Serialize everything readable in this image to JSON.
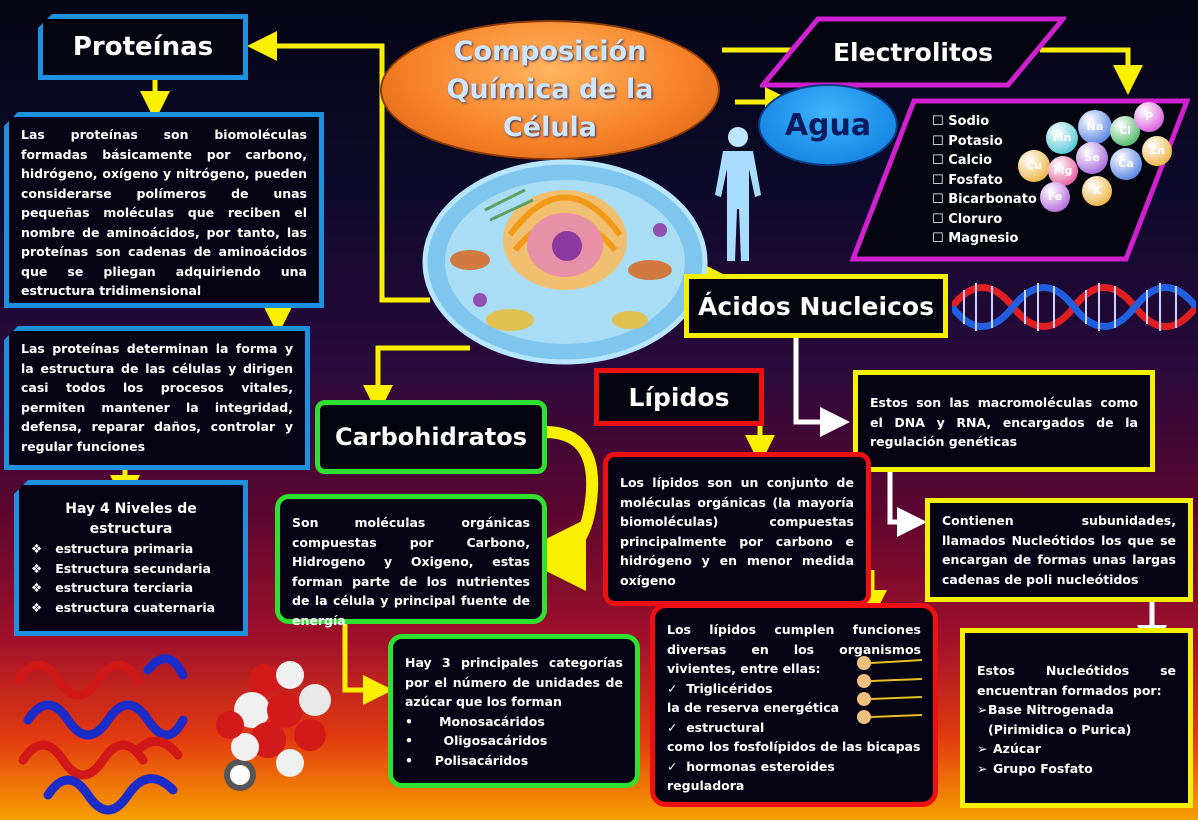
{
  "title": "Composición\nQuímica de la\nCélula",
  "proteinas": {
    "heading": "Proteínas",
    "desc": "Las proteínas son biomoléculas formadas básicamente por carbono, hidrógeno, oxígeno y nitrógeno, pueden considerarse polímeros de unas pequeñas moléculas que reciben el nombre de aminoácidos, por tanto, las proteínas son cadenas de aminoácidos que se pliegan adquiriendo una estructura tridimensional",
    "funcion": "Las proteínas determinan la forma y la estructura de las células y dirigen casi todos los procesos vitales, permiten mantener la integridad, defensa, reparar daños, controlar y regular funciones",
    "niveles_title": "Hay 4 Niveles de estructura",
    "niveles": [
      "estructura primaria",
      "Estructura secundaria",
      "estructura terciaria",
      "estructura cuaternaria"
    ]
  },
  "electrolitos": {
    "heading": "Electrolitos",
    "items": [
      "Sodio",
      "Potasio",
      "Calcio",
      "Fosfato",
      "Bicarbonato",
      "Cloruro",
      "Magnesio"
    ],
    "ions": [
      "Mn",
      "Na",
      "Cl",
      "P",
      "Cu",
      "Mg",
      "Se",
      "Ca",
      "Zn",
      "Fe",
      "K"
    ]
  },
  "agua": {
    "heading": "Agua"
  },
  "acidos": {
    "heading": "Ácidos Nucleicos",
    "desc": "Estos son las macromoléculas como el DNA y RNA, encargados de la regulación genéticas",
    "sub": "Contienen subunidades, llamados Nucleótidos los que se encargan de formas unas largas cadenas de poli nucleótidos",
    "nucleo_intro": "Estos Nucleótidos se encuentran formados por:",
    "nucleo_items": [
      "Base Nitrogenada (Pirimidica o Purica)",
      "Azúcar",
      "Grupo Fosfato"
    ]
  },
  "lipidos": {
    "heading": "Lípidos",
    "desc": "Los lípidos son un conjunto de moléculas orgánicas (la mayoría biomoléculas) compuestas principalmente por carbono e hidrógeno y en menor medida oxígeno",
    "func_intro": "Los lípidos cumplen funciones diversas en los organismos vivientes, entre ellas:",
    "funcs": [
      {
        "name": "Triglicéridos",
        "detail": "la de reserva energética"
      },
      {
        "name": "estructural",
        "detail": "como los fosfolípidos de las bicapas"
      },
      {
        "name": "hormonas esteroides",
        "detail": "reguladora"
      }
    ]
  },
  "carbohidratos": {
    "heading": "Carbohidratos",
    "desc": "Son moléculas orgánicas compuestas por Carbono, Hidrogeno y Oxigeno, estas forman parte de los nutrientes de la célula y principal fuente de energía",
    "cat_intro": "Hay 3 principales categorías por el número de unidades de azúcar que los forman",
    "cats": [
      "Monosacáridos",
      "Oligosacáridos",
      "Polisacáridos"
    ]
  },
  "colors": {
    "proteinas": "#1e90e0",
    "electrolitos": "#d020d0",
    "acidos": "#f5f000",
    "lipidos": "#ee1010",
    "carbohidratos": "#30e030",
    "arrow": "#f8f000",
    "title": "#f7842a"
  }
}
